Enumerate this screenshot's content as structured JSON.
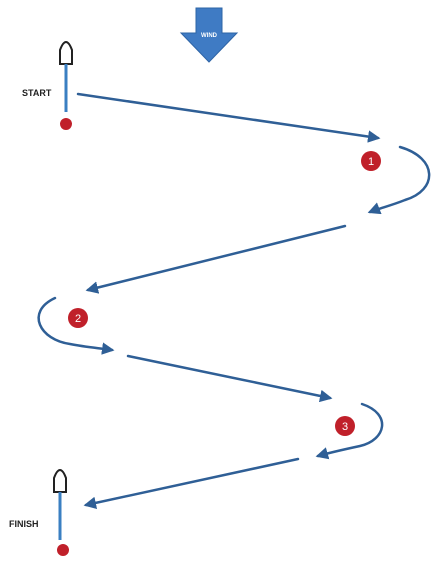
{
  "wind": {
    "label": "WIND",
    "color": "#3f7bc4"
  },
  "start": {
    "label": "START"
  },
  "finish": {
    "label": "FINISH"
  },
  "marks": [
    {
      "label": "1"
    },
    {
      "label": "2"
    },
    {
      "label": "3"
    }
  ],
  "colors": {
    "route": "#2f5f96",
    "mark": "#c0202a",
    "pole": "#3a7fc2",
    "outline": "#222222"
  }
}
